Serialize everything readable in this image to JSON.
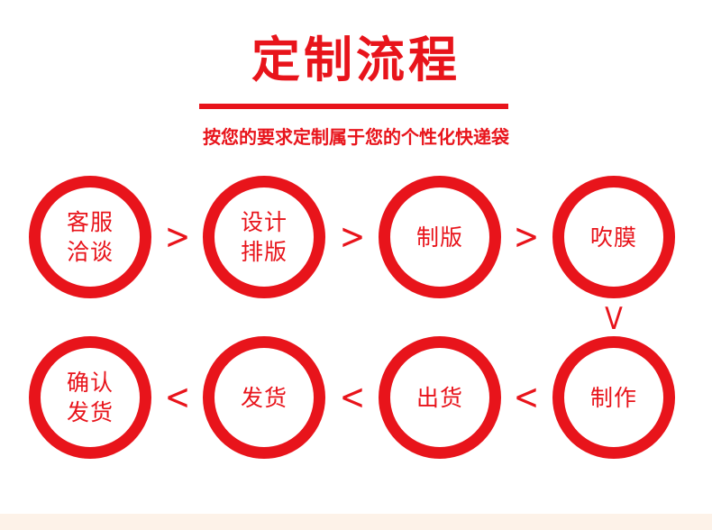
{
  "title": "定制流程",
  "subtitle": "按您的要求定制属于您的个性化快递袋",
  "steps": [
    {
      "label": "客服\n洽谈"
    },
    {
      "label": "设计\n排版"
    },
    {
      "label": "制版"
    },
    {
      "label": "吹膜"
    },
    {
      "label": "制作"
    },
    {
      "label": "出货"
    },
    {
      "label": "发货"
    },
    {
      "label": "确认\n发货"
    }
  ],
  "arrows": {
    "right": ">",
    "down": "V",
    "left": "<"
  },
  "colors": {
    "accent": "#e8141b",
    "background": "#ffffff",
    "footer": "#fdf2e8"
  }
}
